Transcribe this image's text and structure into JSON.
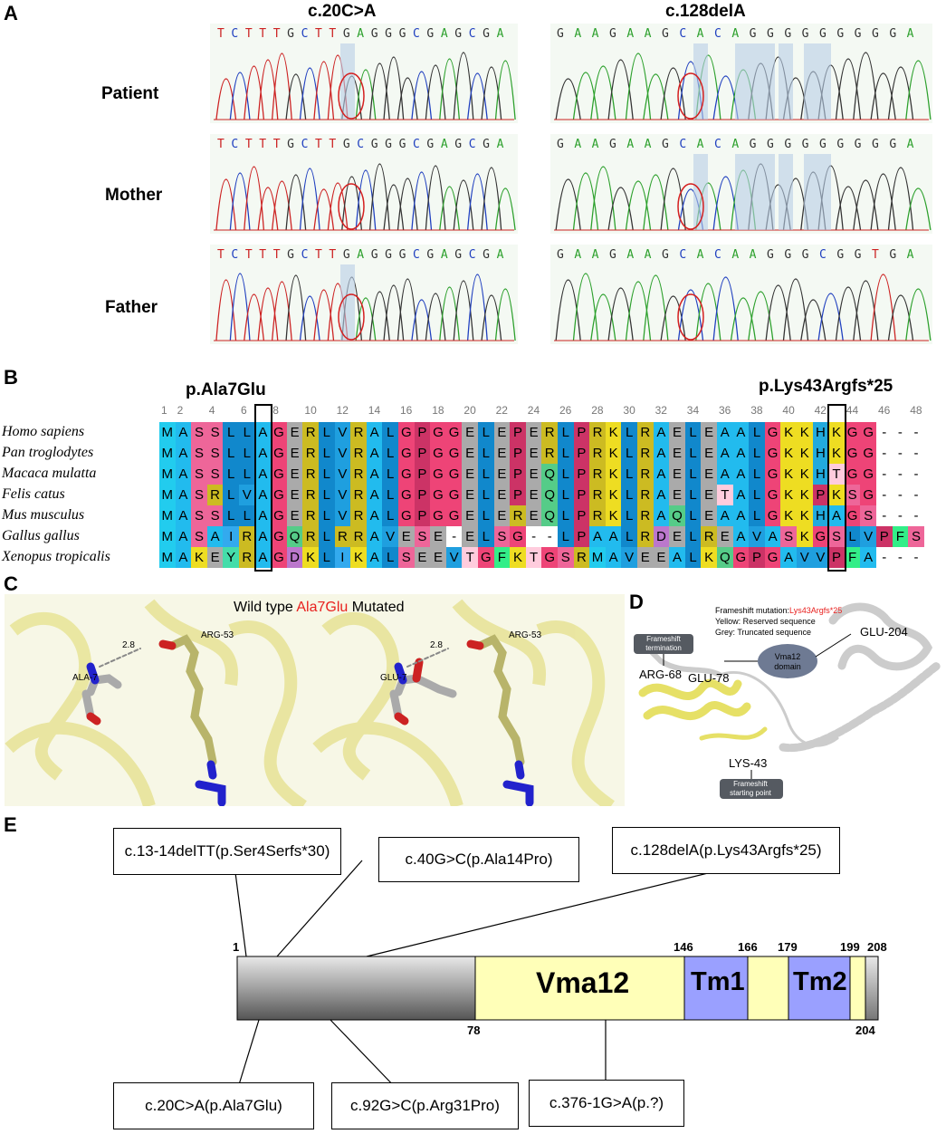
{
  "panels": {
    "A": "A",
    "B": "B",
    "C": "C",
    "D": "D",
    "E": "E"
  },
  "panelA": {
    "variant_left": "c.20C>A",
    "variant_right": "c.128delA",
    "rows": [
      {
        "label": "Patient",
        "seq_left": "TCTTTGCTTGAGGGCGAGCGA",
        "seq_right": "GAAGAAGCACAGGGGGGGGGA"
      },
      {
        "label": "Mother",
        "seq_left": "TCTTTGCTTGCGGGCGAGCGA",
        "seq_right": "GAAGAAGCACAGGGGGGGGGA"
      },
      {
        "label": "Father",
        "seq_left": "TCTTTGCTTGAGGGCGAGCGA",
        "seq_right": "GAAGAAGCACAAGGGCGGTGA"
      }
    ],
    "base_colors": {
      "A": "#2ca02c",
      "C": "#1f3fbf",
      "G": "#333333",
      "T": "#cc2222"
    }
  },
  "panelB": {
    "mut1": "p.Ala7Glu",
    "mut2": "p.Lys43Argfs*25",
    "ruler": [
      "1",
      "2",
      "4",
      "6",
      "8",
      "10",
      "12",
      "14",
      "16",
      "18",
      "20",
      "22",
      "24",
      "26",
      "28",
      "30",
      "32",
      "34",
      "36",
      "38",
      "40",
      "42",
      "44",
      "46",
      "48"
    ],
    "species": [
      {
        "name": "Homo sapiens",
        "seq": "MASSLLAGERLVRALGPGGELEPERLPRKLRAELEAALGKKHKGG---"
      },
      {
        "name": "Pan troglodytes",
        "seq": "MASSLLAGERLVRALGPGGELEPERLPRKLRAELEAALGKKHKGG---"
      },
      {
        "name": "Macaca mulatta",
        "seq": "MASSLLAGERLVRALGPGGELEPEQLPRKLRAELEAALGKKHTGG---"
      },
      {
        "name": "Felis catus",
        "seq": "MASRLVAGERLVRALGPGGELEPEQLPRKLRAELETALGKKPKSG---"
      },
      {
        "name": "Mus musculus",
        "seq": "MASSLLAGERLVRALGPGGELEREQLPRKLRAQLEAALGKKHAGS---"
      },
      {
        "name": "Gallus gallus",
        "seq": "MASAIRAGQRLRRAVESE-ELSG--LPAALRDELREAVASKGSLVPFS"
      },
      {
        "name": "Xenopus tropicalis",
        "seq": "MAKEYRAGDKLIKALSEEVTGFKTGSRMAVEEALKQGPGAVVPFA---"
      }
    ],
    "aa_colors": {
      "M": "#22ccee",
      "A": "#22bbee",
      "S": "#ee6699",
      "L": "#1188cc",
      "G": "#ee4477",
      "E": "#aaaaaa",
      "R": "#ccbb22",
      "V": "#1f9fdf",
      "P": "#cc3366",
      "K": "#eedd22",
      "H": "#22aadd",
      "Q": "#55cc88",
      "I": "#33aaee",
      "Y": "#44ddaa",
      "D": "#bb77cc",
      "F": "#33ee88",
      "T": "#ffccdd",
      "C": "#ffcc66",
      "-": "#ffffff"
    }
  },
  "panelC": {
    "title_a": "Wild type ",
    "title_b": "Ala7Glu",
    "title_c": " Mutated",
    "title_b_color": "#e8201e",
    "wt": {
      "dist": "2.8",
      "res1": "ALA-7",
      "res2": "ARG-53"
    },
    "mut": {
      "dist": "2.8",
      "res1": "GLU-7",
      "res2": "ARG-53"
    }
  },
  "panelD": {
    "line1_a": "Frameshift mutation:",
    "line1_b": "Lys43Argfs*25",
    "line2": "Yellow: Reserved sequence",
    "line3": "Grey: Truncated sequence",
    "termination": "Frameshift termination",
    "starting": "Frameshift starting point",
    "domain": "Vma12 domain",
    "arg68": "ARG-68",
    "glu78": "GLU-78",
    "glu204": "GLU-204",
    "lys43": "LYS-43"
  },
  "panelE": {
    "top_labels": [
      "c.13-14delTT(p.Ser4Serfs*30)",
      "c.40G>C(p.Ala14Pro)",
      "c.128delA(p.Lys43Argfs*25)"
    ],
    "bottom_labels": [
      "c.20C>A(p.Ala7Glu)",
      "c.92G>C(p.Arg31Pro)",
      "c.376-1G>A(p.?)"
    ],
    "domains": {
      "vma12": "Vma12",
      "tm1": "Tm1",
      "tm2": "Tm2"
    },
    "positions_top": [
      "1",
      "146",
      "166",
      "179",
      "199",
      "208"
    ],
    "positions_bottom": [
      "78",
      "204"
    ]
  }
}
